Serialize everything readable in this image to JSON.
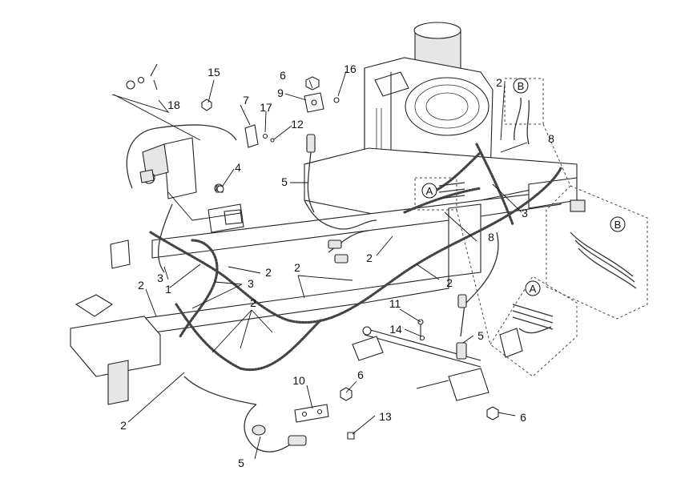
{
  "callouts": {
    "c1": "1",
    "c2a": "2",
    "c2b": "2",
    "c2c": "2",
    "c2d": "2",
    "c2e": "2",
    "c2f": "2",
    "c2g": "2",
    "c2h": "2",
    "c3a": "3",
    "c3b": "3",
    "c3c": "3",
    "c4": "4",
    "c5a": "5",
    "c5b": "5",
    "c5c": "5",
    "c6a": "6",
    "c6b": "6",
    "c6c": "6",
    "c7": "7",
    "c8a": "8",
    "c8b": "8",
    "c9": "9",
    "c10": "10",
    "c11": "11",
    "c12": "12",
    "c13": "13",
    "c14": "14",
    "c15": "15",
    "c16": "16",
    "c17": "17",
    "c18": "18"
  },
  "detail_labels": {
    "a_main": "A",
    "b_main": "B",
    "a_inset": "A",
    "b_inset": "B"
  }
}
